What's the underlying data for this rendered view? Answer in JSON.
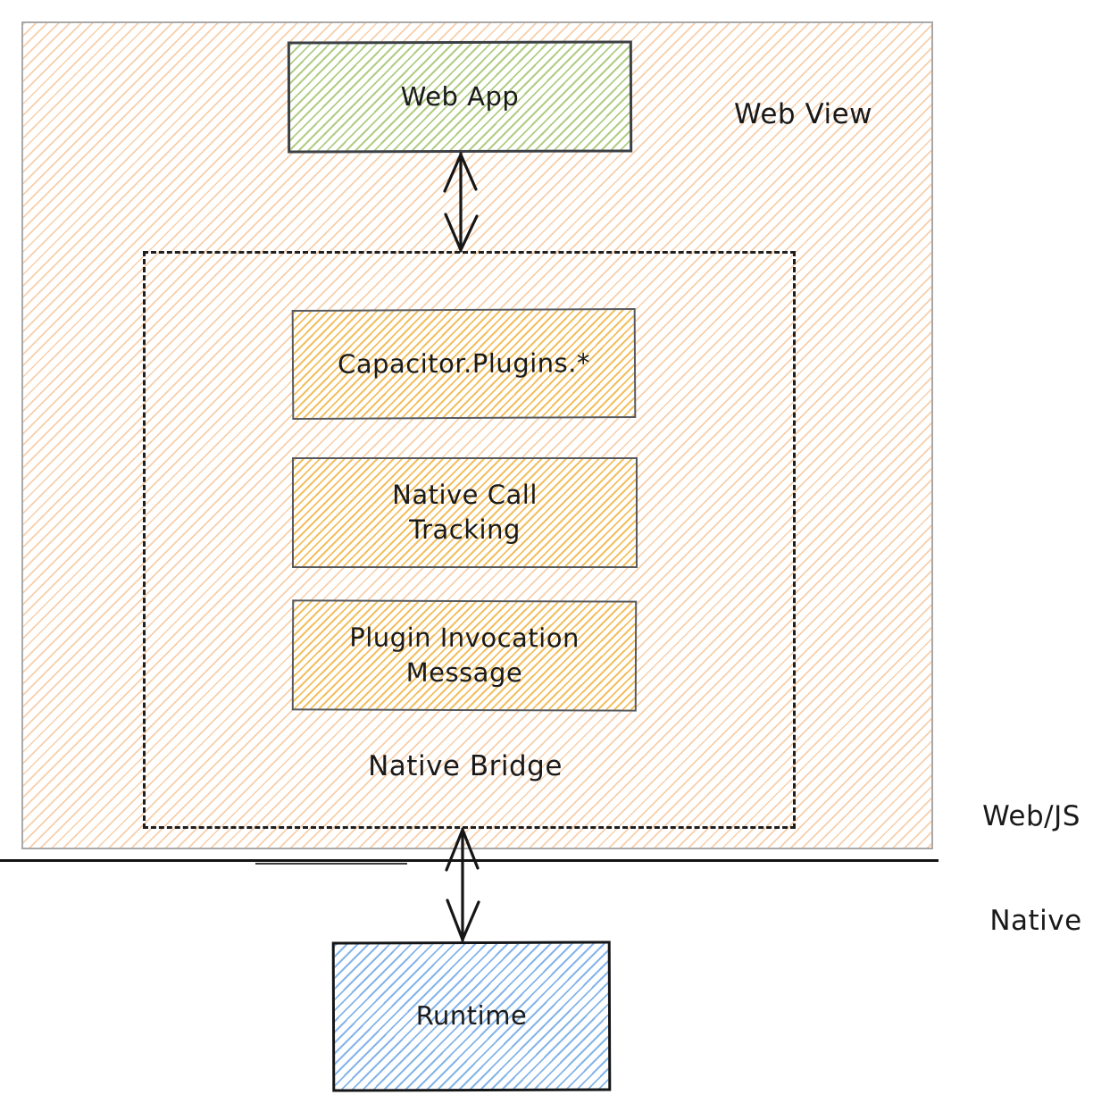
{
  "diagram": {
    "web_view": {
      "region_label": "Web View"
    },
    "web_app": {
      "label": "Web App"
    },
    "native_bridge": {
      "region_label": "Native Bridge",
      "boxes": [
        {
          "label": "Capacitor.Plugins.*"
        },
        {
          "label": "Native Call\nTracking"
        },
        {
          "label": "Plugin Invocation\nMessage"
        }
      ]
    },
    "layer_labels": {
      "web": "Web/JS",
      "native": "Native"
    },
    "runtime": {
      "label": "Runtime"
    },
    "colors": {
      "web_view_hatch": "#f6c69b",
      "web_app_hatch": "#b1cd84",
      "bridge_box_hatch": "#f2c061",
      "runtime_hatch": "#85b5e9",
      "stroke_dark": "#1e1e1e",
      "container_border": "#a9a9a9"
    }
  }
}
